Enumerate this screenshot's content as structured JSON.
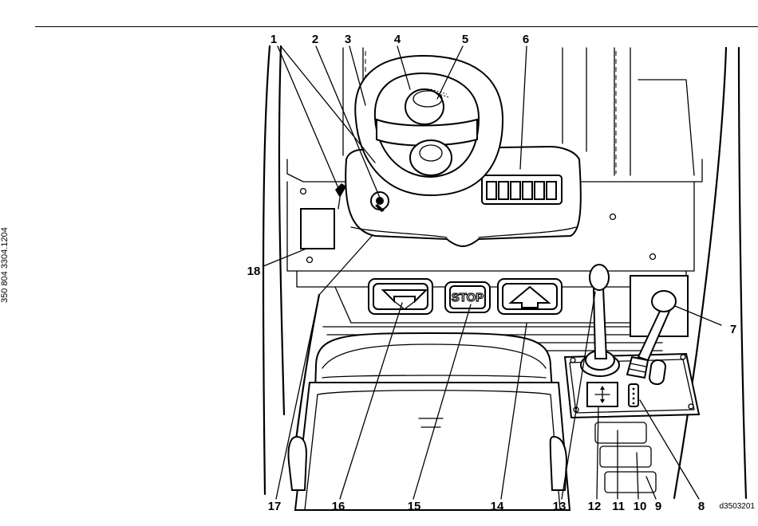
{
  "document_number": "350 804 3304.1204",
  "figure_code": "d3503201",
  "pedal_stop_label": "STOP",
  "callouts": [
    "1",
    "2",
    "3",
    "4",
    "5",
    "6",
    "7",
    "8",
    "9",
    "10",
    "11",
    "12",
    "13",
    "14",
    "15",
    "16",
    "17",
    "18"
  ]
}
